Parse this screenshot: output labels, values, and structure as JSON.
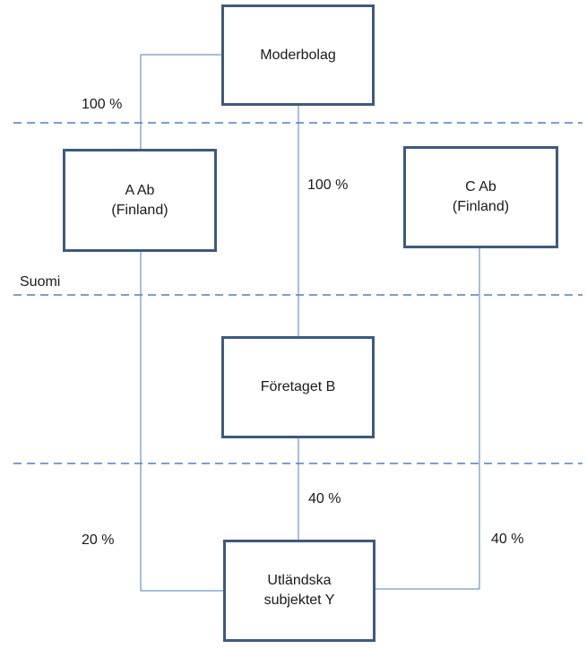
{
  "nodes": {
    "parent": {
      "line1": "Moderbolag",
      "line2": ""
    },
    "a": {
      "line1": "A Ab",
      "line2": "(Finland)"
    },
    "c": {
      "line1": "C Ab",
      "line2": "(Finland)"
    },
    "b": {
      "line1": "Företaget B",
      "line2": ""
    },
    "y": {
      "line1": "Utländska",
      "line2": "subjektet Y"
    }
  },
  "edges": {
    "parent_a": "100 %",
    "parent_b": "100 %",
    "b_y": "40 %",
    "a_y": "20 %",
    "c_y": "40 %"
  },
  "region_label": "Suomi",
  "colors": {
    "box_border": "#3d5a80",
    "line": "#4f81bd",
    "dash": "#4f81bd"
  }
}
